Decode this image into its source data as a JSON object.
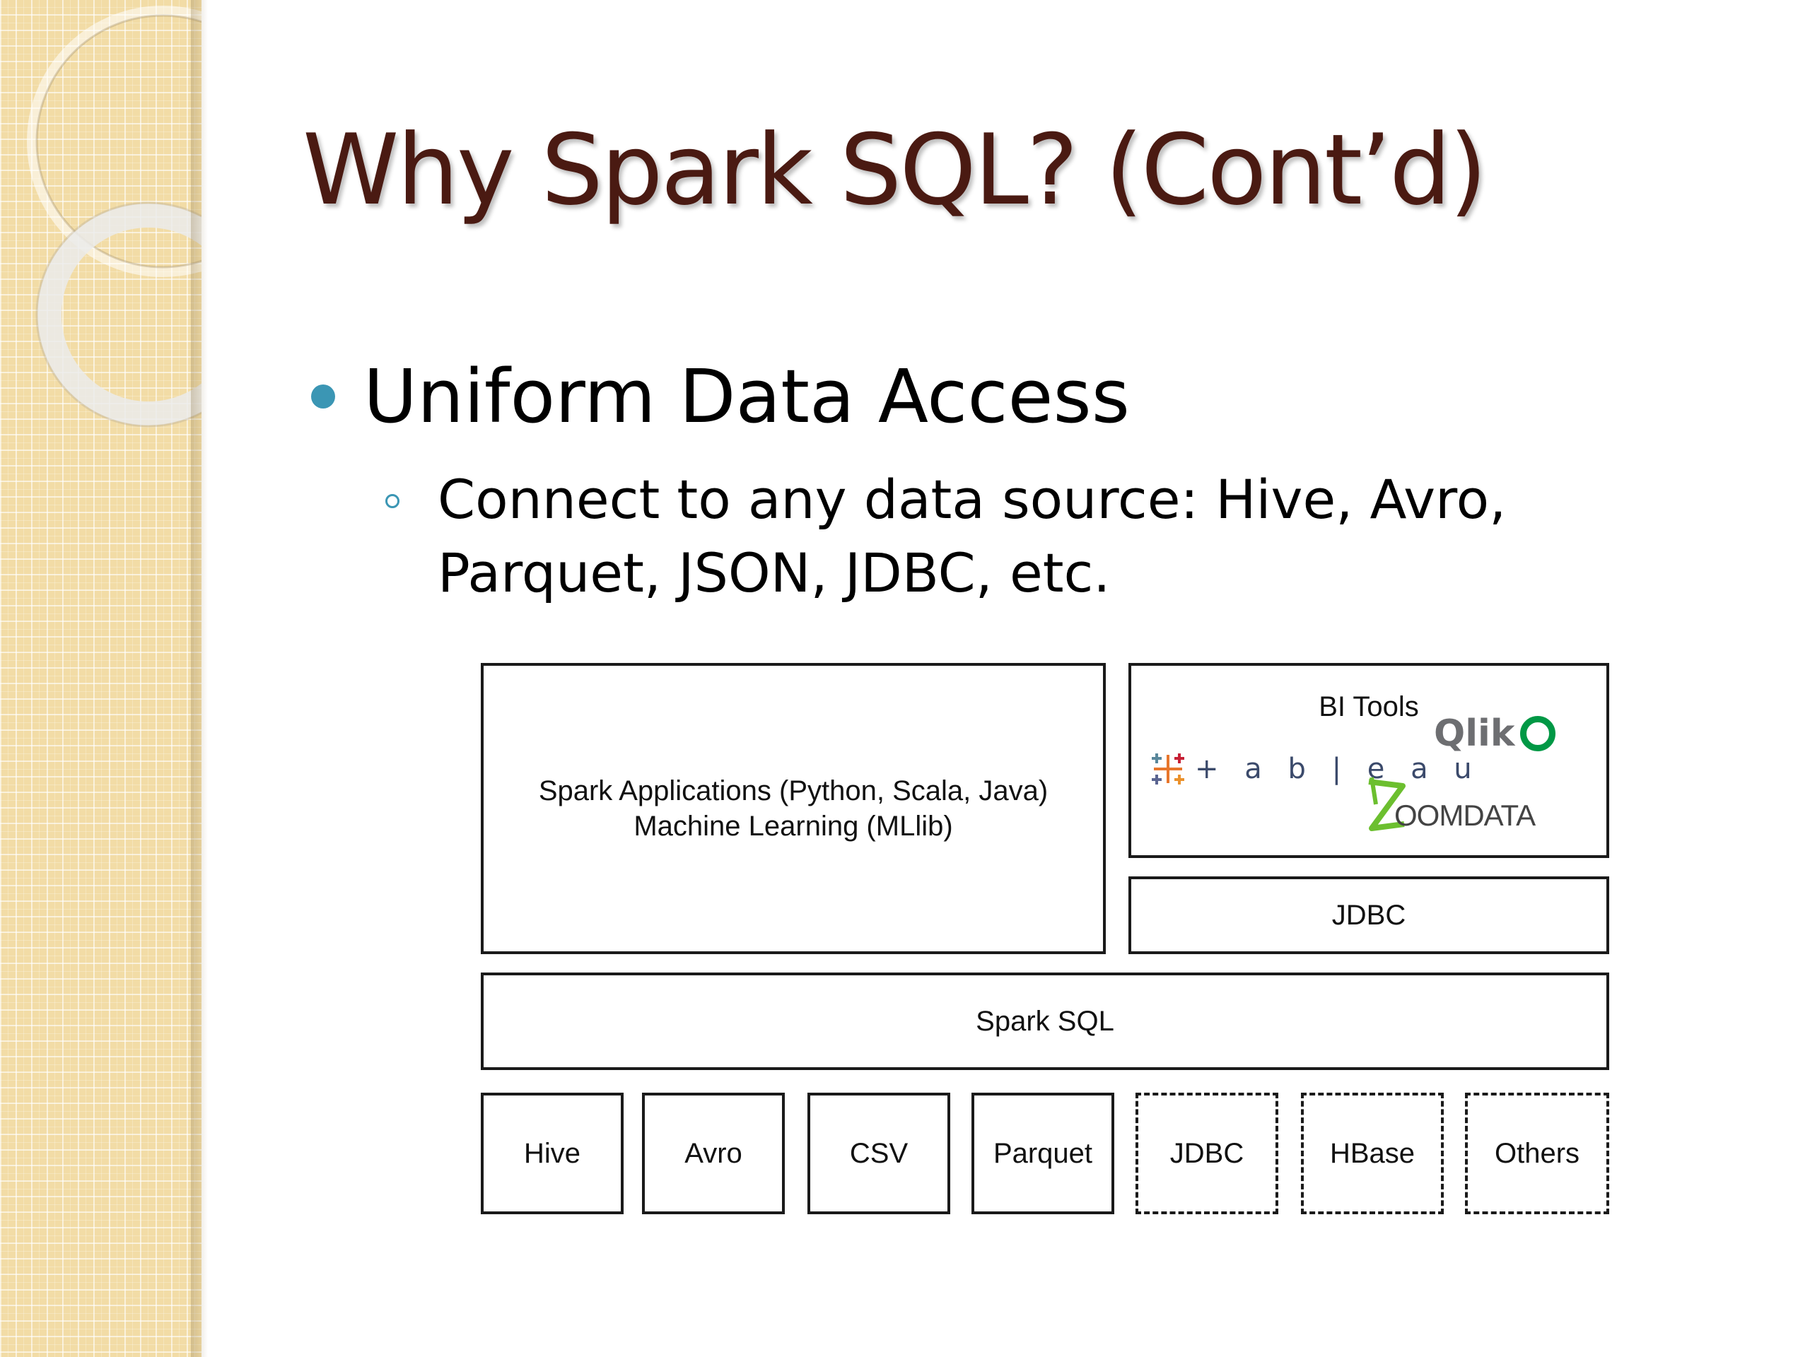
{
  "slide": {
    "title": "Why Spark SQL? (Cont’d)",
    "bullet": "Uniform Data Access",
    "sub_bullet": "Connect to any data source: Hive,  Avro,  Parquet, JSON, JDBC, etc."
  },
  "diagram": {
    "apps": {
      "line1": "Spark Applications (Python, Scala, Java)",
      "line2": "Machine Learning (MLlib)"
    },
    "bi_tools": {
      "label": "BI Tools",
      "logos": {
        "tableau": "+ a b | e a u",
        "qlik": "Qlik",
        "zoomdata": "OOMDATA"
      }
    },
    "jdbc_top": "JDBC",
    "spark_sql": "Spark SQL",
    "sources": [
      {
        "label": "Hive",
        "style": "solid"
      },
      {
        "label": "Avro",
        "style": "solid"
      },
      {
        "label": "CSV",
        "style": "solid"
      },
      {
        "label": "Parquet",
        "style": "solid"
      },
      {
        "label": "JDBC",
        "style": "dashed"
      },
      {
        "label": "HBase",
        "style": "dashed"
      },
      {
        "label": "Others",
        "style": "dashed"
      }
    ]
  },
  "colors": {
    "title": "#4a1a12",
    "bullet_accent": "#3b96b4",
    "strip": "#f2dca6",
    "qlik_green": "#009845",
    "zoomdata_green": "#6cbf2f"
  }
}
